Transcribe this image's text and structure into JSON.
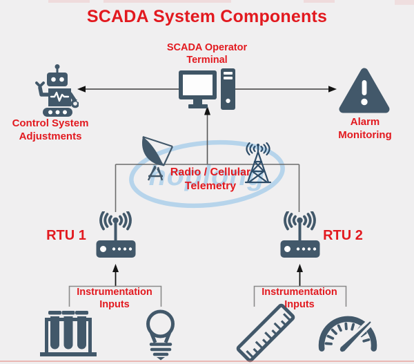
{
  "title": "SCADA System Components",
  "nodes": {
    "operator_terminal": {
      "lines": [
        "SCADA Operator",
        "Terminal"
      ],
      "icon": "desktop-computer-icon"
    },
    "control_system": {
      "lines": [
        "Control System",
        "Adjustments"
      ],
      "icon": "robot-icon"
    },
    "alarm_monitoring": {
      "lines": [
        "Alarm",
        "Monitoring"
      ],
      "icon": "warning-triangle-icon"
    },
    "telemetry": {
      "lines": [
        "Radio / Cellular",
        "Telemetry"
      ],
      "icons": [
        "satellite-dish-icon",
        "cell-tower-icon"
      ]
    },
    "rtu1": {
      "label": "RTU 1",
      "icon": "wireless-router-icon"
    },
    "rtu2": {
      "label": "RTU 2",
      "icon": "wireless-router-icon"
    },
    "instrumentation_left": {
      "lines": [
        "Instrumentation",
        "Inputs"
      ],
      "icons": [
        "test-tubes-icon",
        "light-bulb-icon"
      ]
    },
    "instrumentation_right": {
      "lines": [
        "Instrumentation",
        "Inputs"
      ],
      "icons": [
        "ruler-icon",
        "gauge-icon"
      ]
    }
  },
  "watermark": {
    "text": "hoplong",
    "color": "#b6d4eb"
  },
  "colors": {
    "accent_red": "#e2191f",
    "icon_slate": "#42586a",
    "tower_navy": "#2d4c68",
    "connector_gray": "#5f5f5f",
    "bracket_gray": "#8a8a8a",
    "arrow_black": "#141414",
    "background": "#f0eff0"
  }
}
